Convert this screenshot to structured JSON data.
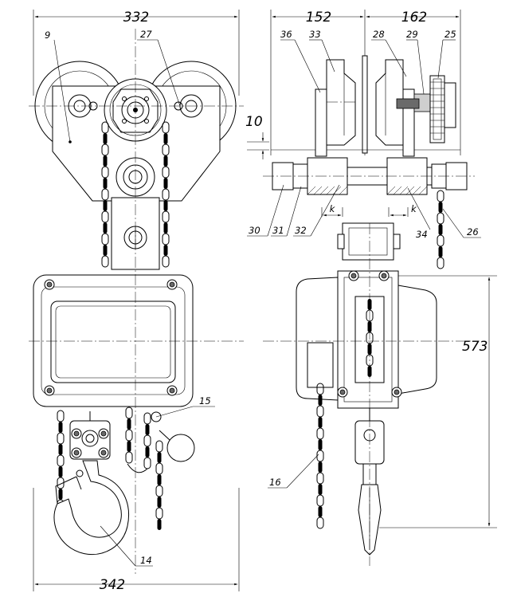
{
  "dimensions": {
    "front_top_width": "332",
    "front_bottom_width": "342",
    "side_left_width": "152",
    "side_right_width": "162",
    "side_gap": "10",
    "side_height": "573",
    "side_small_label": "k"
  },
  "callouts": {
    "c9": "9",
    "c27": "27",
    "c15": "15",
    "c14": "14",
    "c36": "36",
    "c33": "33",
    "c28": "28",
    "c29": "29",
    "c25": "25",
    "c30": "30",
    "c31": "31",
    "c32": "32",
    "c34": "34",
    "c26": "26",
    "c16": "16"
  }
}
